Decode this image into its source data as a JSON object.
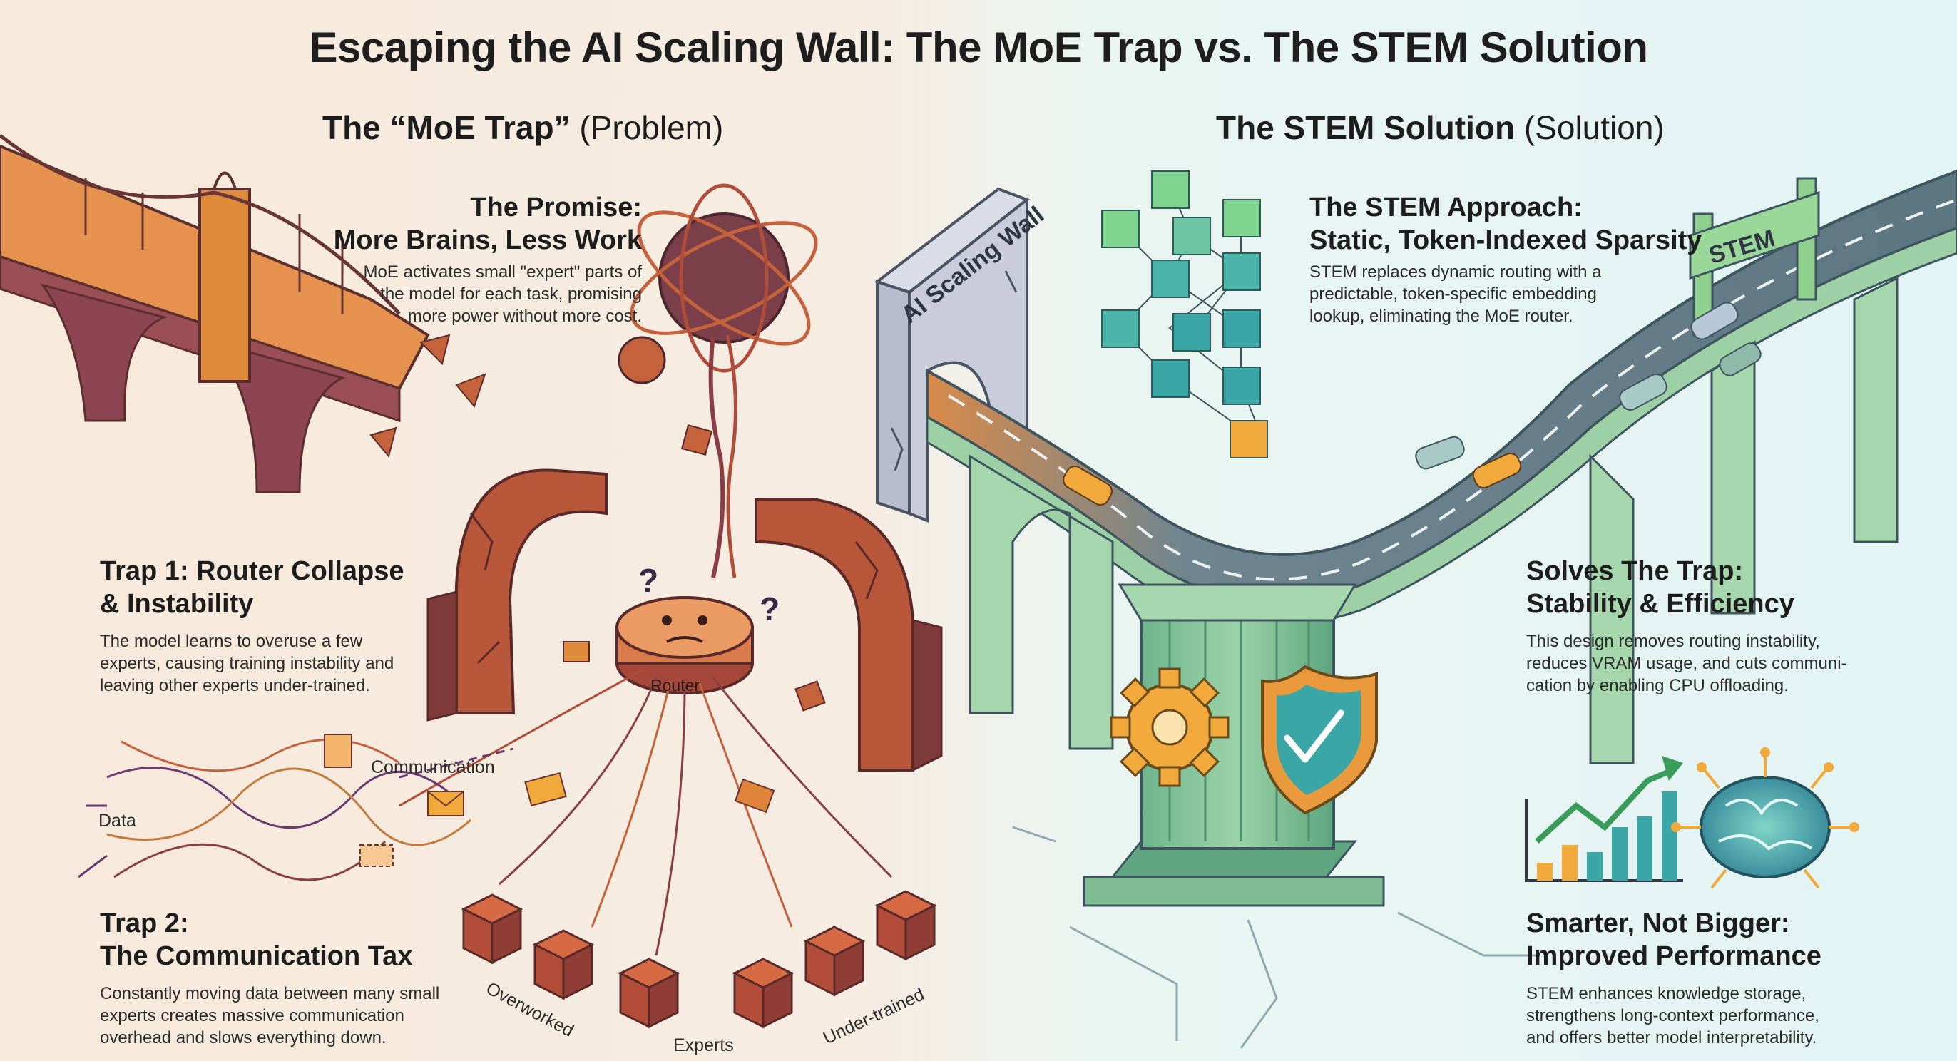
{
  "title": "Escaping the AI Scaling Wall: The MoE Trap vs. The STEM Solution",
  "left": {
    "heading": "The “MoE Trap”",
    "heading_sub": "(Problem)",
    "promise": {
      "title_line1": "The Promise:",
      "title_line2": "More Brains, Less Work",
      "body_line1": "MoE activates small \"expert\" parts of",
      "body_line2": "the model for each task, promising",
      "body_line3": "more power without more cost."
    },
    "trap1": {
      "title_line1": "Trap 1: Router Collapse",
      "title_line2": "& Instability",
      "body_line1": "The model learns to overuse a few",
      "body_line2": "experts, causing training instability and",
      "body_line3": "leaving other experts under-trained."
    },
    "trap2": {
      "title_line1": "Trap 2:",
      "title_line2": "The Communication Tax",
      "body_line1": "Constantly moving data between many small",
      "body_line2": "experts creates massive communication",
      "body_line3": "overhead and slows everything down."
    },
    "labels": {
      "router": "Router",
      "communication": "Communication",
      "data": "Data",
      "overworked": "Overworked",
      "under_trained": "Under-trained",
      "experts": "Experts"
    }
  },
  "right": {
    "heading": "The STEM Solution",
    "heading_sub": "(Solution)",
    "wall_label": "AI Scaling Wall",
    "gate_label": "STEM",
    "approach": {
      "title_line1": "The STEM Approach:",
      "title_line2": "Static, Token-Indexed Sparsity",
      "body_line1": "STEM replaces dynamic routing with a",
      "body_line2": "predictable, token-specific embedding",
      "body_line3": "lookup, eliminating the MoE router."
    },
    "solves": {
      "title_line1": "Solves The Trap:",
      "title_line2": "Stability & Efficiency",
      "body_line1": "This design removes routing instability,",
      "body_line2": "reduces VRAM usage, and cuts communi-",
      "body_line3": "cation by enabling CPU offloading."
    },
    "smarter": {
      "title_line1": "Smarter, Not Bigger:",
      "title_line2": "Improved Performance",
      "body_line1": "STEM enhances knowledge storage,",
      "body_line2": "strengthens long-context performance,",
      "body_line3": "and offers better model interpretability."
    }
  },
  "colors": {
    "brick": "#b8573a",
    "brick_dark": "#7e3a3a",
    "orange": "#e08a3c",
    "bridge_green": "#8ec79b",
    "road": "#5f7b87",
    "teal": "#3aa6a6",
    "accent_gold": "#f0a93a"
  },
  "icons": [
    "gear-icon",
    "shield-check-icon",
    "brain-icon",
    "growth-chart-icon",
    "envelope-icon",
    "question-mark-icon"
  ]
}
